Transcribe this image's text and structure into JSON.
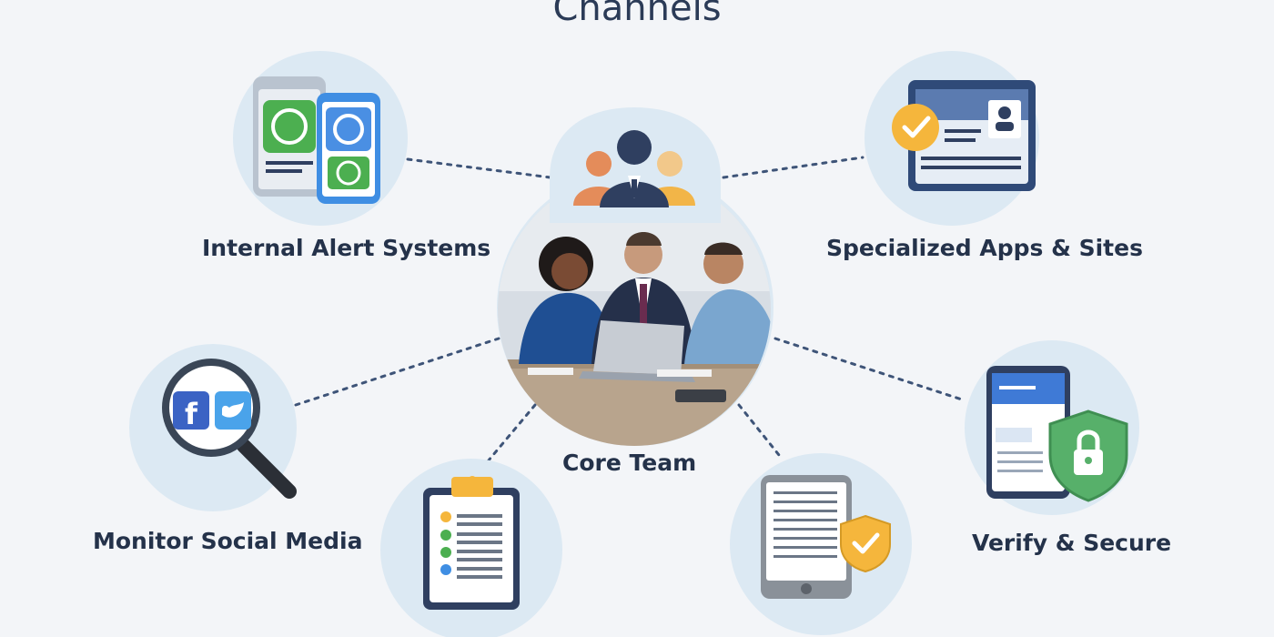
{
  "diagram": {
    "title": "Channels",
    "center": {
      "label": "Core Team"
    },
    "nodes": {
      "internal_alert": {
        "label": "Internal Alert Systems"
      },
      "specialized_apps": {
        "label": "Specialized Apps & Sites"
      },
      "social_media": {
        "label": "Monitor Social Media"
      },
      "verify_secure": {
        "label": "Verify & Secure"
      }
    }
  },
  "colors": {
    "background": "#f3f5f8",
    "bubble": "#dce9f3",
    "text": "#24324a",
    "connector": "#3e5478",
    "whatsapp_green": "#4caf50",
    "messenger_blue": "#3f8ee3",
    "facebook_blue": "#3b63c4",
    "twitter_blue": "#4aa3ea",
    "check_orange": "#f5b63c",
    "shield_green": "#57b06a",
    "dark_navy": "#2f3f60"
  }
}
